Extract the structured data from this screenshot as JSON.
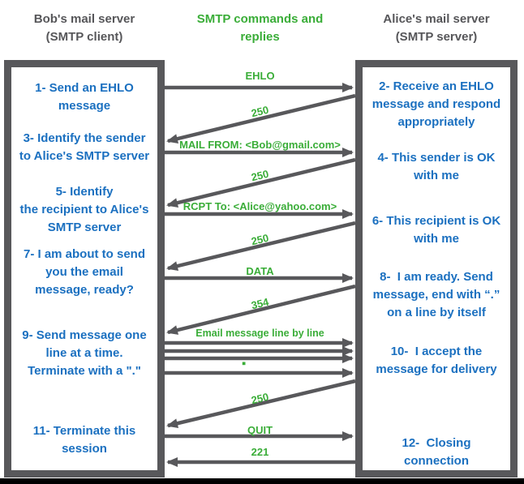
{
  "colors": {
    "blue": "#1b70c0",
    "green": "#3aad38",
    "gray": "#58585b",
    "black_bar": "#000000"
  },
  "headers": {
    "client": "Bob's mail server\n(SMTP client)",
    "commands": "SMTP commands and\nreplies",
    "server": "Alice's mail server\n(SMTP server)"
  },
  "client_box": {
    "steps": [
      "1- Send an EHLO\nmessage",
      "3- Identify the sender\nto Alice's SMTP server",
      "5- Identify\nthe recipient to Alice's\nSMTP server",
      "7- I am about to send\nyou the email\nmessage, ready?",
      "9- Send message one\nline at a time.\nTerminate with a \".\"",
      "11- Terminate this\nsession"
    ]
  },
  "server_box": {
    "steps": [
      "2- Receive an EHLO\nmessage and respond\nappropriately",
      "4- This sender is OK\nwith me",
      "6- This recipient is OK\nwith me",
      "8-  I am ready. Send\nmessage, end with “.”\non a line by itself",
      "10-  I accept the\nmessage for delivery",
      "12-  Closing\nconnection"
    ]
  },
  "messages": {
    "ehlo": "EHLO",
    "reply_250_1": "250",
    "mail_from": "MAIL FROM: <Bob@gmail.com>",
    "reply_250_2": "250",
    "rcpt_to": "RCPT To: <Alice@yahoo.com>",
    "reply_250_3": "250",
    "data": "DATA",
    "reply_354": "354",
    "email_lines": "Email message line by line",
    "dot_icon": "▪",
    "reply_250_4": "250",
    "quit": "QUIT",
    "reply_221": "221"
  }
}
